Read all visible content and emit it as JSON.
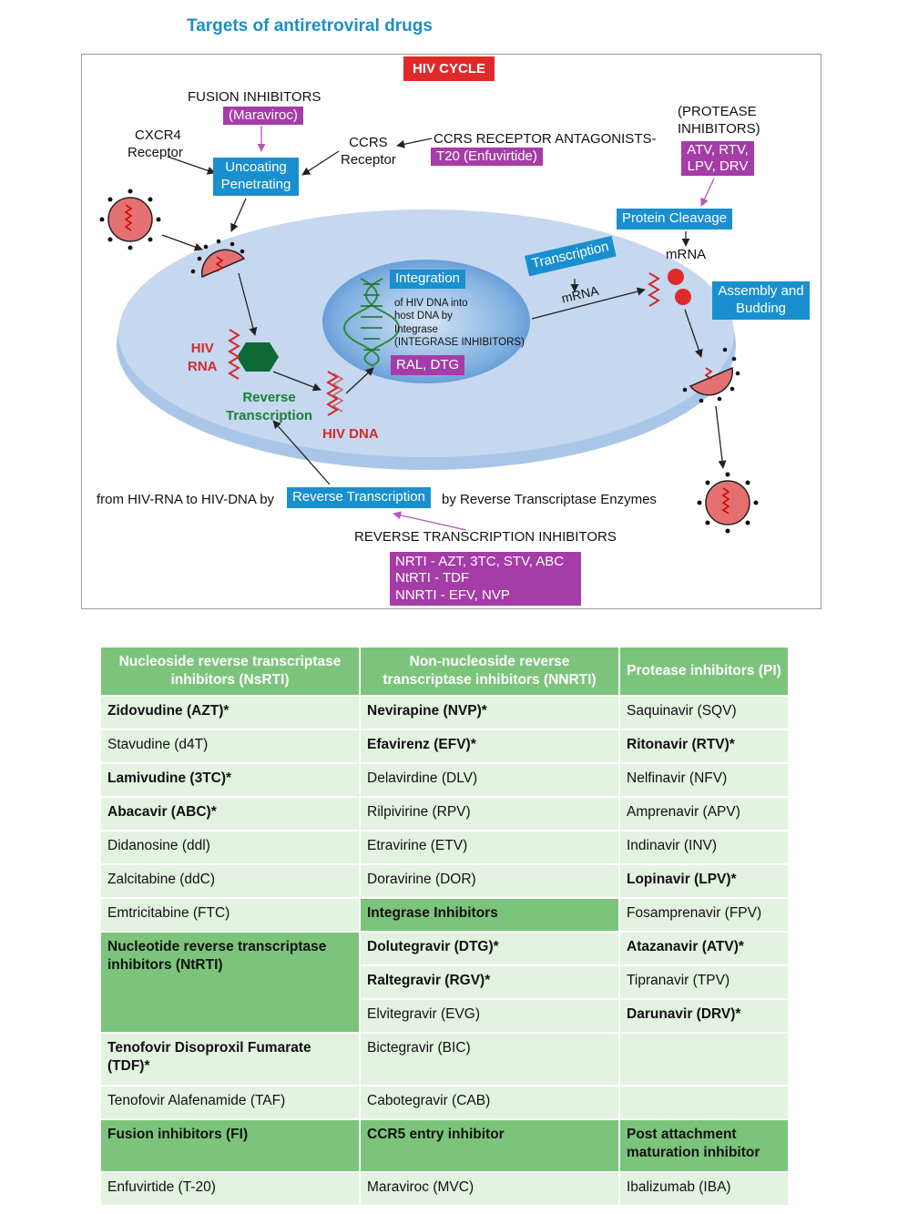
{
  "page_title": "Targets of antiretroviral drugs",
  "diagram": {
    "cycle_title": "HIV CYCLE",
    "fusion_inhibitors": "FUSION INHIBITORS",
    "maraviroc": "(Maraviroc)",
    "cxcr4_line1": "CXCR4",
    "cxcr4_line2": "Receptor",
    "uncoating_line1": "Uncoating",
    "uncoating_line2": "Penetrating",
    "ccrs_line1": "CCRS",
    "ccrs_line2": "Receptor",
    "ccrs_antagonists": "CCRS RECEPTOR ANTAGONISTS-",
    "t20": "T20 (Enfuvirtide)",
    "protease_line1": "(PROTEASE",
    "protease_line2": "INHIBITORS)",
    "protease_drugs_line1": "ATV, RTV,",
    "protease_drugs_line2": "LPV, DRV",
    "protein_cleavage": "Protein Cleavage",
    "mrna_top": "mRNA",
    "assembly_line1": "Assembly and",
    "assembly_line2": "Budding",
    "transcription": "Transcription",
    "mrna_mid": "mRNA",
    "integration": "Integration",
    "integration_desc_1": "of HIV DNA into",
    "integration_desc_2": "host DNA by",
    "integration_desc_3": "Integrase",
    "integration_desc_4": "(INTEGRASE INHIBITORS)",
    "ral_dtg": "RAL, DTG",
    "hiv_rna_line1": "HIV",
    "hiv_rna_line2": "RNA",
    "reverse_line1": "Reverse",
    "reverse_line2": "Transcription",
    "hiv_dna": "HIV DNA",
    "from_text": "from HIV-RNA to HIV-DNA by",
    "reverse_transcription_box": "Reverse Transcription",
    "by_text": "by Reverse Transcriptase Enzymes",
    "rti_title": "REVERSE TRANSCRIPTION INHIBITORS",
    "rti_line1": "NRTI - AZT, 3TC, STV, ABC",
    "rti_line2": "NtRTI - TDF",
    "rti_line3": "NNRTI - EFV, NVP",
    "colors": {
      "blue_box": "#1a8fcf",
      "purple_box": "#a53ca7",
      "red_box": "#e02a2a",
      "cell": "#c5d8ef",
      "nucleus": "#5b95d3",
      "table_header": "#7cc47c",
      "table_cell": "#e4f2e2"
    }
  },
  "table": {
    "headers": [
      "Nucleoside reverse transcriptase inhibitors (NsRTI)",
      "Non-nucleoside reverse transcriptase inhibitors (NNRTI)",
      "Protease inhibitors (PI)"
    ],
    "r1": [
      "Zidovudine (AZT)*",
      "Nevirapine (NVP)*",
      "Saquinavir (SQV)"
    ],
    "r2": [
      "Stavudine (d4T)",
      "Efavirenz (EFV)*",
      "Ritonavir (RTV)*"
    ],
    "r3": [
      "Lamivudine (3TC)*",
      "Delavirdine (DLV)",
      "Nelfinavir (NFV)"
    ],
    "r4": [
      "Abacavir (ABC)*",
      "Rilpivirine (RPV)",
      "Amprenavir (APV)"
    ],
    "r5": [
      "Didanosine (ddl)",
      "Etravirine (ETV)",
      "Indinavir (INV)"
    ],
    "r6": [
      "Zalcitabine (ddC)",
      "Doravirine (DOR)",
      "Lopinavir (LPV)*"
    ],
    "r7": [
      "Emtricitabine (FTC)",
      "Integrase Inhibitors",
      "Fosamprenavir (FPV)"
    ],
    "r8": [
      "Nucleotide reverse transcriptase inhibitors (NtRTI)",
      "Dolutegravir (DTG)*",
      "Atazanavir (ATV)*"
    ],
    "r9": [
      "Raltegravir (RGV)*",
      "Tipranavir (TPV)"
    ],
    "r10": [
      "Elvitegravir (EVG)",
      "Darunavir (DRV)*"
    ],
    "r11": [
      "Tenofovir Disoproxil Fumarate (TDF)*",
      "Bictegravir (BIC)",
      ""
    ],
    "r12": [
      "Tenofovir Alafenamide (TAF)",
      "Cabotegravir (CAB)",
      ""
    ],
    "r13": [
      "Fusion inhibitors (FI)",
      "CCR5 entry inhibitor",
      "Post attachment maturation inhibitor"
    ],
    "r14": [
      "Enfuvirtide (T-20)",
      "Maraviroc (MVC)",
      "Ibalizumab (IBA)"
    ]
  }
}
